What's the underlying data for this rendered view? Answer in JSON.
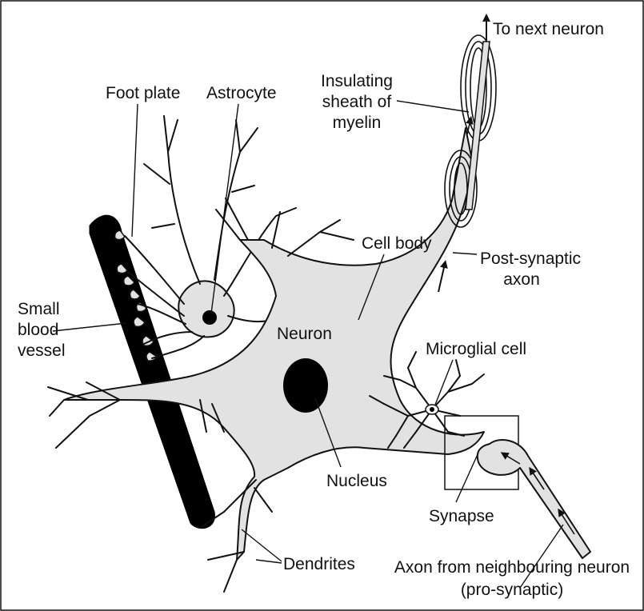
{
  "labels": {
    "to_next_neuron": "To next neuron",
    "insulating_sheath_1": "Insulating",
    "insulating_sheath_2": "sheath of",
    "insulating_sheath_3": "myelin",
    "foot_plate": "Foot plate",
    "astrocyte": "Astrocyte",
    "cell_body": "Cell body",
    "post_synaptic_1": "Post-synaptic",
    "post_synaptic_2": "axon",
    "small_blood_vessel_1": "Small",
    "small_blood_vessel_2": "blood",
    "small_blood_vessel_3": "vessel",
    "neuron": "Neuron",
    "microglial_cell": "Microglial cell",
    "nucleus": "Nucleus",
    "synapse": "Synapse",
    "dendrites": "Dendrites",
    "axon_from_neighbour_1": "Axon from neighbouring neuron",
    "axon_from_neighbour_2": "(pro-synaptic)"
  },
  "colors": {
    "cell_fill": "#e2e2e2",
    "outline": "#111111",
    "blood_vessel": "#000000",
    "background": "#ffffff"
  }
}
